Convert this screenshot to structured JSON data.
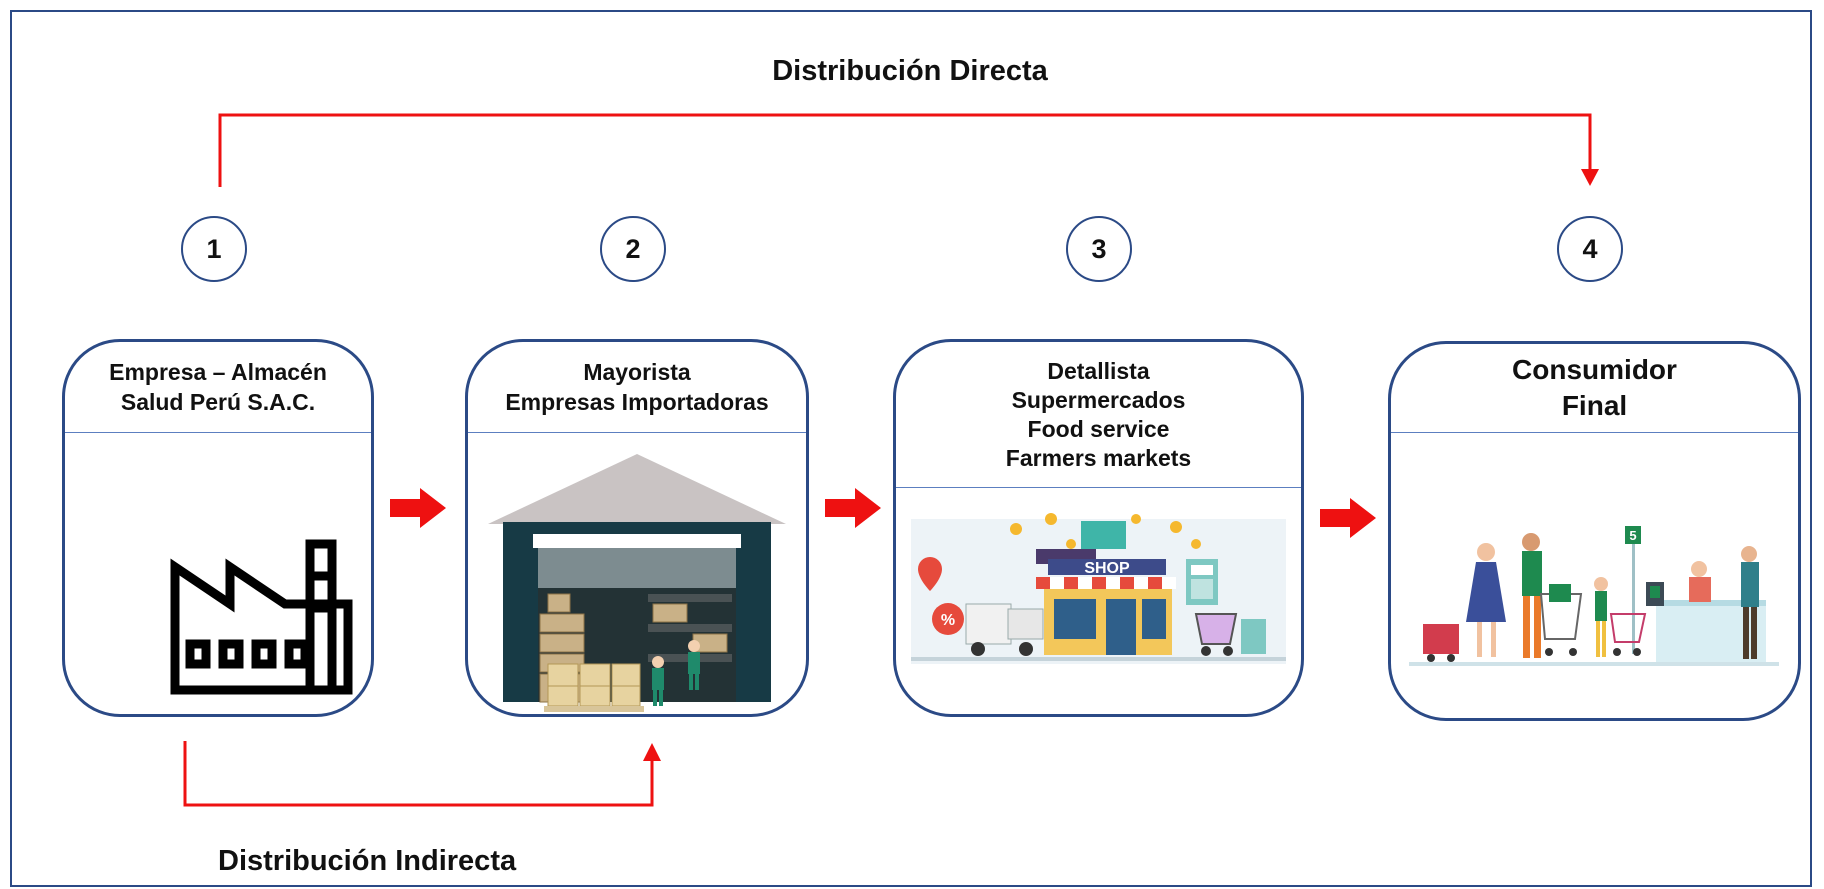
{
  "top_label": "Distribución Directa",
  "bottom_label": "Distribución Indirecta",
  "colors": {
    "border": "#2b4a86",
    "arrow": "#ee1111",
    "divider": "#5c7fc0"
  },
  "steps": [
    {
      "number": "1",
      "lines": [
        "Empresa – Almacén",
        "Salud Perú S.A.C."
      ],
      "icon": "factory-icon"
    },
    {
      "number": "2",
      "lines": [
        "Mayorista",
        "Empresas Importadoras"
      ],
      "icon": "warehouse-icon"
    },
    {
      "number": "3",
      "lines": [
        "Detallista",
        "Supermercados",
        "Food service",
        "Farmers markets"
      ],
      "icon": "shop-icon"
    },
    {
      "number": "4",
      "lines": [
        "Consumidor",
        "Final"
      ],
      "icon": "checkout-icon"
    }
  ],
  "shop_sign": "SHOP",
  "discount_sign": "%",
  "checkout_sign": "5"
}
